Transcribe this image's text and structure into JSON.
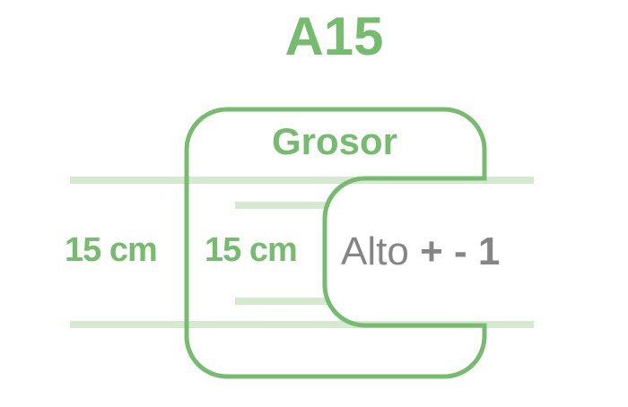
{
  "title": "A15",
  "label_grosor": "Grosor",
  "measure_outer": "15 cm",
  "measure_inner": "15 cm",
  "alto": {
    "word": "Alto",
    "tolerance": "+ - 1"
  },
  "colors": {
    "green": "#76bc6e",
    "light_green": "#d5e8d0",
    "gray": "#858585"
  }
}
